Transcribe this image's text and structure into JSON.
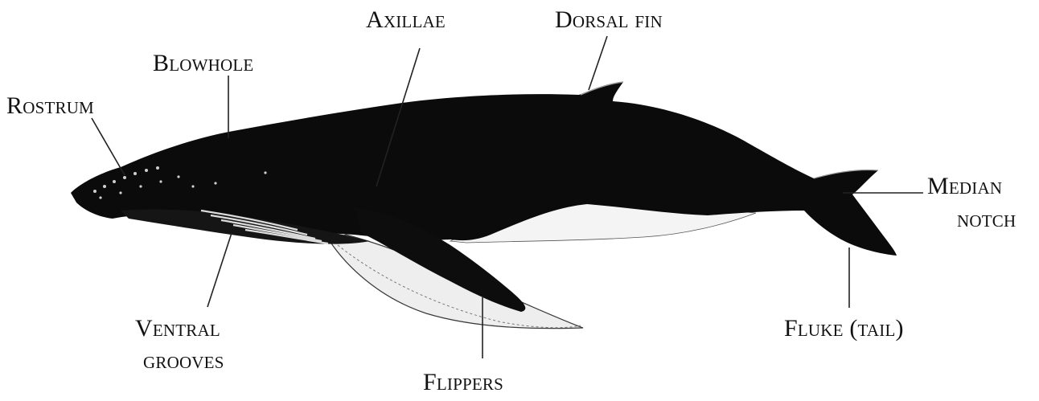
{
  "diagram": {
    "labels": {
      "rostrum": "Rostrum",
      "blowhole": "Blowhole",
      "axillae": "Axillae",
      "dorsal_fin": "Dorsal fin",
      "median_notch_line1": "Median",
      "median_notch_line2": "notch",
      "ventral_grooves_line1": "Ventral",
      "ventral_grooves_line2": "grooves",
      "flippers": "Flippers",
      "fluke": "Fluke (tail)"
    },
    "colors": {
      "whale_body": "#0b0b0b",
      "belly": "#f4f4f4",
      "background": "#ffffff"
    }
  }
}
